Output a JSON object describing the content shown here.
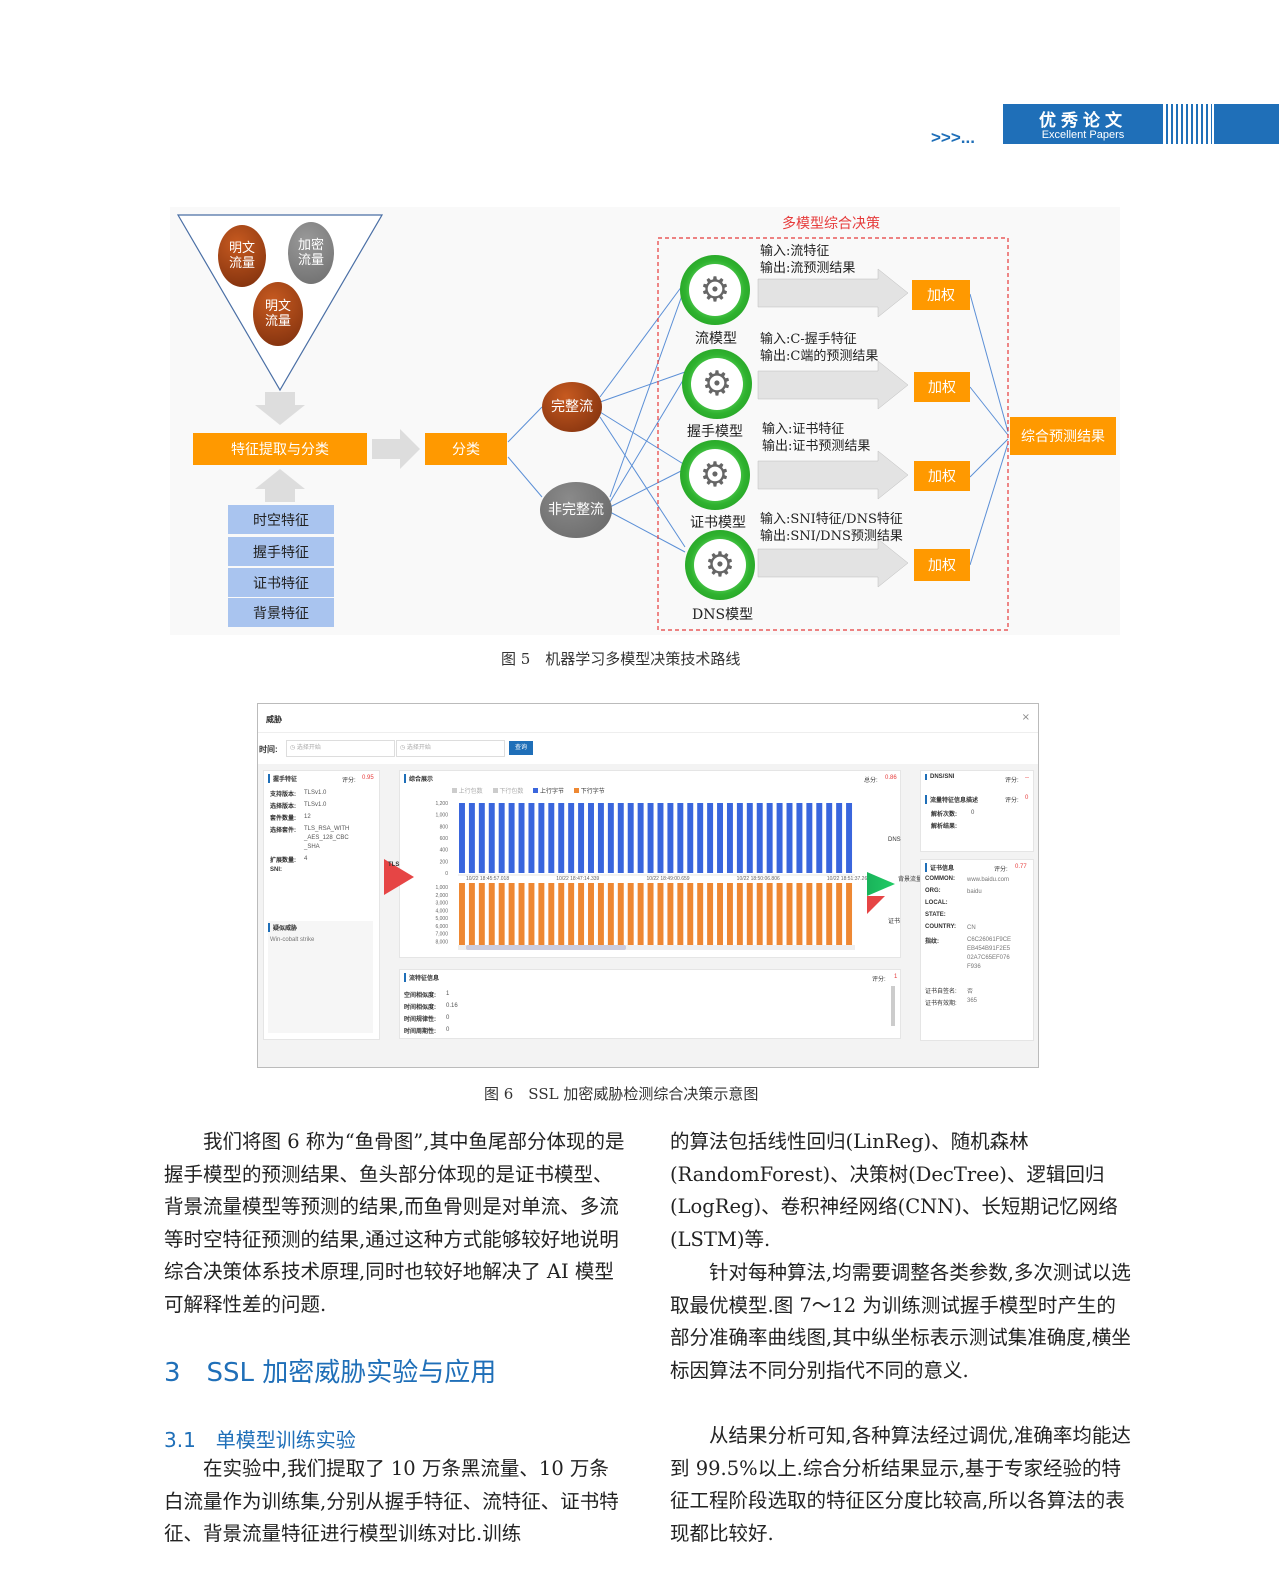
{
  "header": {
    "arrows": ">>>...",
    "section_cn": "优秀论文",
    "section_en": "Excellent Papers"
  },
  "figure5": {
    "inputs": [
      "明文\n流量",
      "加密\n流量",
      "明文\n流量"
    ],
    "feature_extract": "特征提取与分类",
    "classify": "分类",
    "features": [
      "时空特征",
      "握手特征",
      "证书特征",
      "背景特征"
    ],
    "flows": [
      "完整流",
      "非完整流"
    ],
    "decision_title": "多模型综合决策",
    "models": [
      {
        "name": "流模型",
        "io": "输入:流特征\n输出:流预测结果",
        "weight": "加权"
      },
      {
        "name": "握手模型",
        "io": "输入:C-握手特征\n输出:C端的预测结果",
        "weight": "加权"
      },
      {
        "name": "证书模型",
        "io": "输入:证书特征\n输出:证书预测结果",
        "weight": "加权"
      },
      {
        "name": "DNS模型",
        "io": "输入:SNI特征/DNS特征\n输出:SNI/DNS预测结果",
        "weight": "加权"
      }
    ],
    "result": "综合预测结果",
    "caption": "图 5　机器学习多模型决策技术路线"
  },
  "figure6": {
    "title": "威胁",
    "time_label": "时间:",
    "start_placeholder": "◷ 选择开始",
    "end_placeholder": "◷ 选择开始",
    "query_button": "查询",
    "left_panel": {
      "title": "握手特征",
      "score_label": "评分:",
      "score": "0.95",
      "rows": [
        {
          "k": "支持版本:",
          "v": "TLSv1.0"
        },
        {
          "k": "选择版本:",
          "v": "TLSv1.0"
        },
        {
          "k": "套件数量:",
          "v": "12"
        },
        {
          "k": "选择套件:",
          "v": "TLS_RSA_WITH\n_AES_128_CBC\n_SHA"
        },
        {
          "k": "扩展数量:",
          "v": "4"
        },
        {
          "k": "SNI:",
          "v": ""
        }
      ],
      "threat_title": "疑似威胁",
      "threat_value": "Win-cobalt strike"
    },
    "center_panel": {
      "title": "综合展示",
      "score_label": "总分:",
      "score": "0.86",
      "legend": [
        "上行包数",
        "下行包数",
        "上行字节",
        "下行字节"
      ],
      "yticks_top": [
        "1,200",
        "1,000",
        "800",
        "600",
        "400",
        "200",
        "0"
      ],
      "yticks_bottom": [
        "1,000",
        "2,000",
        "3,000",
        "4,000",
        "5,000",
        "6,000",
        "7,000",
        "8,000"
      ],
      "xticks": [
        "10/22 18:45:57.018",
        "10/22 18:47:14.339",
        "10/22 18:49:00.659",
        "10/22 18:50:06.806",
        "10/22 18:51:37.266"
      ],
      "tls_label": "TLS",
      "dns_label": "DNS",
      "bg_label": "背景流量",
      "cert_label": "证书"
    },
    "bottom_panel": {
      "title": "流特征信息",
      "score_label": "评分:",
      "score": "1",
      "rows": [
        {
          "k": "空间相似度:",
          "v": "1"
        },
        {
          "k": "时间相似度:",
          "v": "0.16"
        },
        {
          "k": "时间规律性:",
          "v": "0"
        },
        {
          "k": "时间周期性:",
          "v": "0"
        }
      ]
    },
    "right_panel": {
      "title": "DNS/SNI",
      "score_label": "评分:",
      "score": "--",
      "sub_title": "流量特征信息描述",
      "sub_score": "0",
      "sub_rows": [
        {
          "k": "解析次数:",
          "v": "0"
        },
        {
          "k": "解析结果:",
          "v": ""
        }
      ],
      "cert_title": "证书信息",
      "cert_score": "0.77",
      "cert_rows": [
        {
          "k": "COMMON:",
          "v": "www.baidu.com"
        },
        {
          "k": "ORG:",
          "v": "baidu"
        },
        {
          "k": "LOCAL:",
          "v": ""
        },
        {
          "k": "STATE:",
          "v": ""
        },
        {
          "k": "COUNTRY:",
          "v": "CN"
        },
        {
          "k": "指纹:",
          "v": "C6C26061F9CE\nEB454B91F2E5\n02A7C65EF076\nF936"
        }
      ],
      "self_signed_k": "证书自签名:",
      "self_signed_v": "否",
      "valid_days_k": "证书有效期:",
      "valid_days_v": "365"
    },
    "caption": "图 6　SSL 加密威胁检测综合决策示意图"
  },
  "chart_data": {
    "type": "bar",
    "series": [
      {
        "name": "上行字节",
        "color": "#3a66dd",
        "values": [
          1200,
          1200,
          1200,
          1200,
          1200,
          1200,
          1200,
          1200,
          1200,
          1200,
          1200,
          1200,
          1200,
          1200,
          1200,
          1200,
          1200,
          1200,
          1200,
          1200,
          1200,
          1200,
          1200,
          1200,
          1200,
          1200,
          1200,
          1200,
          1200,
          1200,
          1200,
          1200,
          1200,
          1200,
          1200,
          1200,
          1200,
          1200,
          1200,
          1200
        ]
      },
      {
        "name": "下行字节",
        "color": "#ee8833",
        "values": [
          -8000,
          -8000,
          -8000,
          -8000,
          -8000,
          -8000,
          -8000,
          -8000,
          -8000,
          -8000,
          -8000,
          -8000,
          -8000,
          -8000,
          -8000,
          -8000,
          -8000,
          -8000,
          -8000,
          -8000,
          -8000,
          -8000,
          -8000,
          -8000,
          -8000,
          -8000,
          -8000,
          -8000,
          -8000,
          -8000,
          -8000,
          -8000,
          -8000,
          -8000,
          -8000,
          -8000,
          -8000,
          -8000,
          -8000,
          -8000
        ]
      }
    ],
    "ylim_top": [
      0,
      1200
    ],
    "ylim_bottom": [
      0,
      8000
    ]
  },
  "body": {
    "left_para1": "我们将图 6 称为“鱼骨图”,其中鱼尾部分体现的是握手模型的预测结果、鱼头部分体现的是证书模型、背景流量模型等预测的结果,而鱼骨则是对单流、多流等时空特征预测的结果,通过这种方式能够较好地说明综合决策体系技术原理,同时也较好地解决了 AI 模型可解释性差的问题.",
    "section3": "3　SSL 加密威胁实验与应用",
    "section31": "3.1　单模型训练实验",
    "left_para2": "在实验中,我们提取了 10 万条黑流量、10 万条白流量作为训练集,分别从握手特征、流特征、证书特征、背景流量特征进行模型训练对比.训练",
    "right_para1": "的算法包括线性回归(LinReg)、随机森林(RandomForest)、决策树(DecTree)、逻辑回归(LogReg)、卷积神经网络(CNN)、长短期记忆网络(LSTM)等.",
    "right_para2": "针对每种算法,均需要调整各类参数,多次测试以选取最优模型.图 7～12 为训练测试握手模型时产生的部分准确率曲线图,其中纵坐标表示测试集准确度,横坐标因算法不同分别指代不同的意义.",
    "right_para3": "从结果分析可知,各种算法经过调优,准确率均能达到 99.5%以上.综合分析结果显示,基于专家经验的特征工程阶段选取的特征区分度比较高,所以各算法的表现都比较好."
  }
}
